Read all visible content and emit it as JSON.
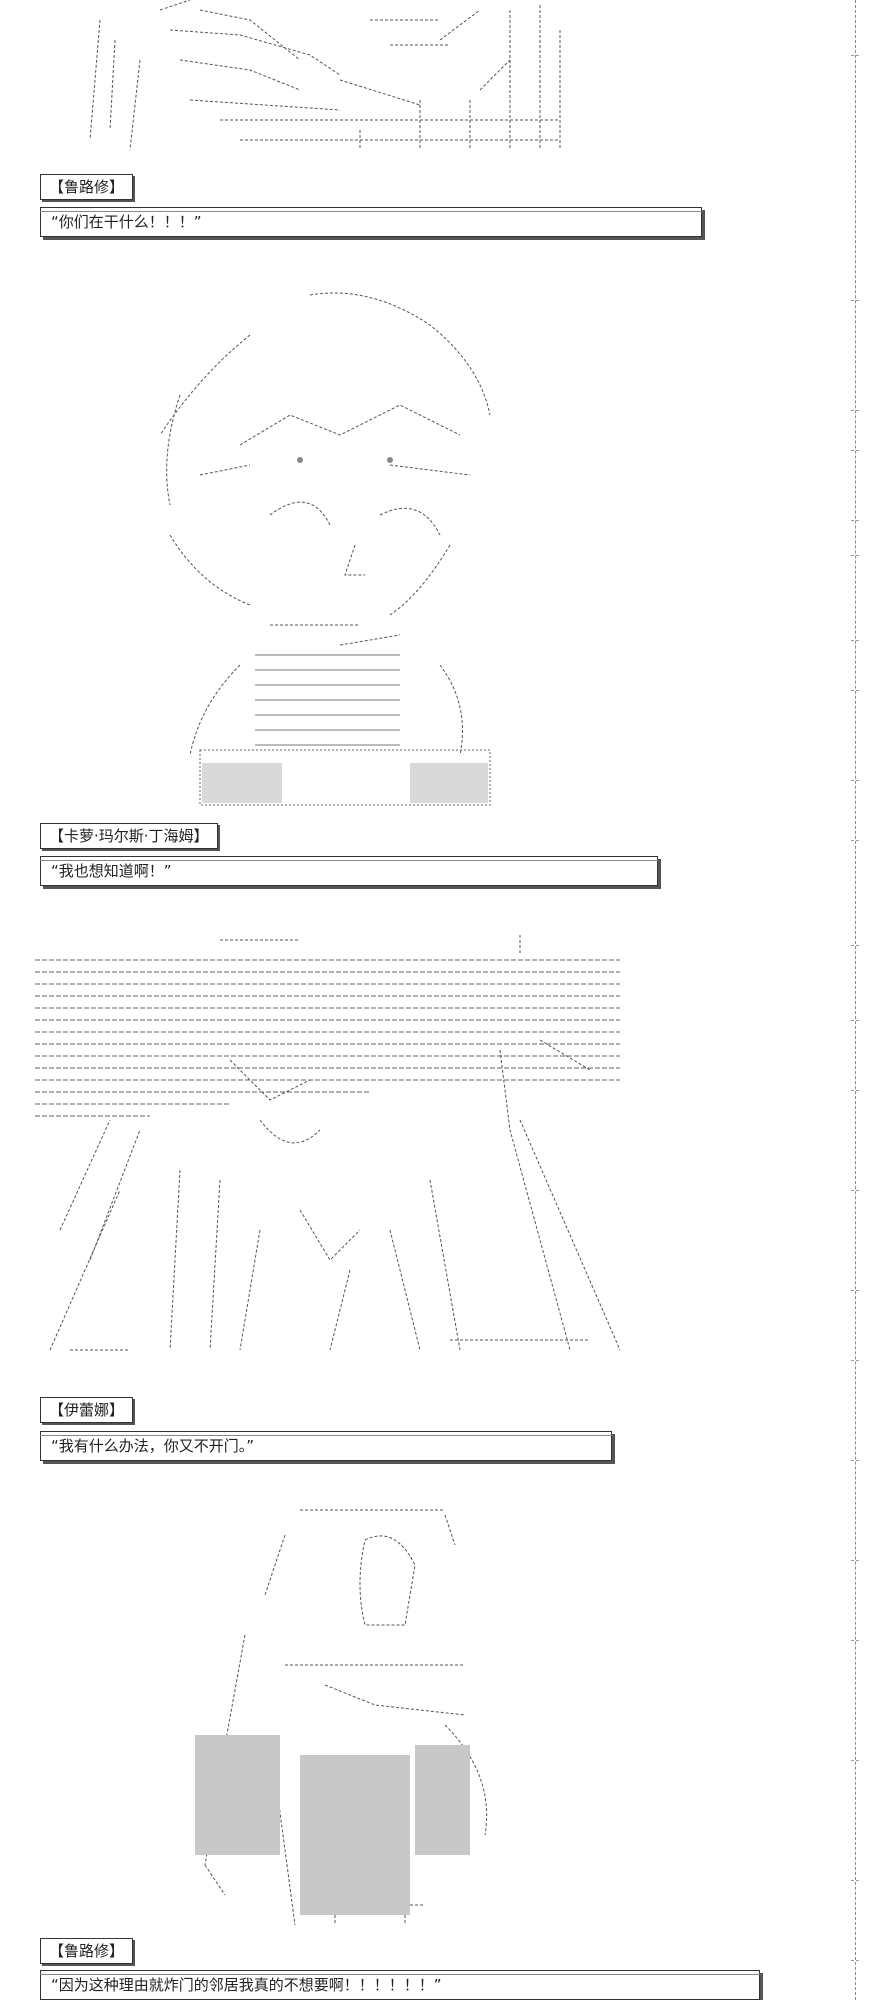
{
  "panels": [
    {
      "speaker": "【鲁路修】",
      "line": "“你们在干什么！！！”"
    },
    {
      "speaker": "【卡萝·玛尔斯·丁海姆】",
      "line": "“我也想知道啊！”"
    },
    {
      "speaker": "【伊蕾娜】",
      "line": "“我有什么办法，你又不开门。”"
    },
    {
      "speaker": "【鲁路修】",
      "line": "“因为这种理由就炸门的邻居我真的不想要啊！！！！！！”"
    }
  ]
}
